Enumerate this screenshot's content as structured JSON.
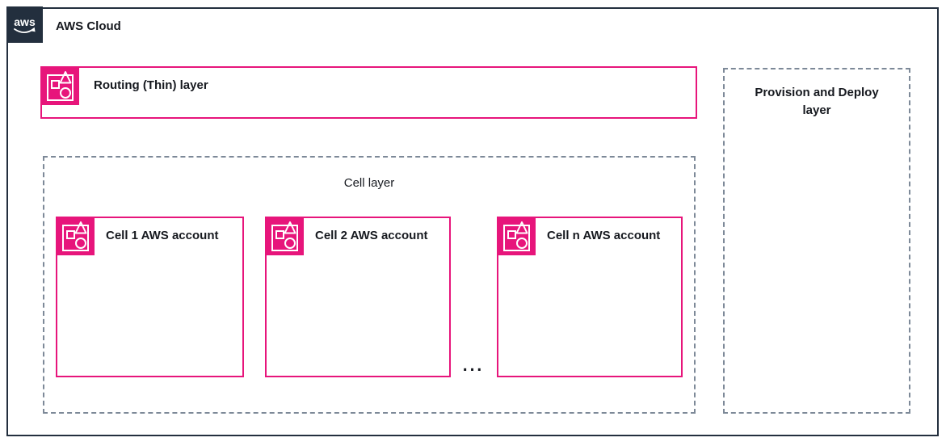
{
  "diagram": {
    "logo_text": "aws",
    "title": "AWS Cloud"
  },
  "routing_layer": {
    "label": "Routing (Thin) layer"
  },
  "cell_layer": {
    "label": "Cell layer",
    "cells": [
      {
        "label": "Cell 1 AWS account"
      },
      {
        "label": "Cell 2 AWS account"
      },
      {
        "label": "Cell n AWS account"
      }
    ],
    "ellipsis": "..."
  },
  "provision_layer": {
    "label": "Provision and Deploy layer"
  },
  "icons": {
    "logo": "aws-logo-icon",
    "group": "workload-icon"
  },
  "colors": {
    "accent_pink": "#E7157B",
    "navy": "#232F3E",
    "dashed_border_gray": "#7D8998",
    "text": "#16191F",
    "background": "#FFFFFF"
  }
}
